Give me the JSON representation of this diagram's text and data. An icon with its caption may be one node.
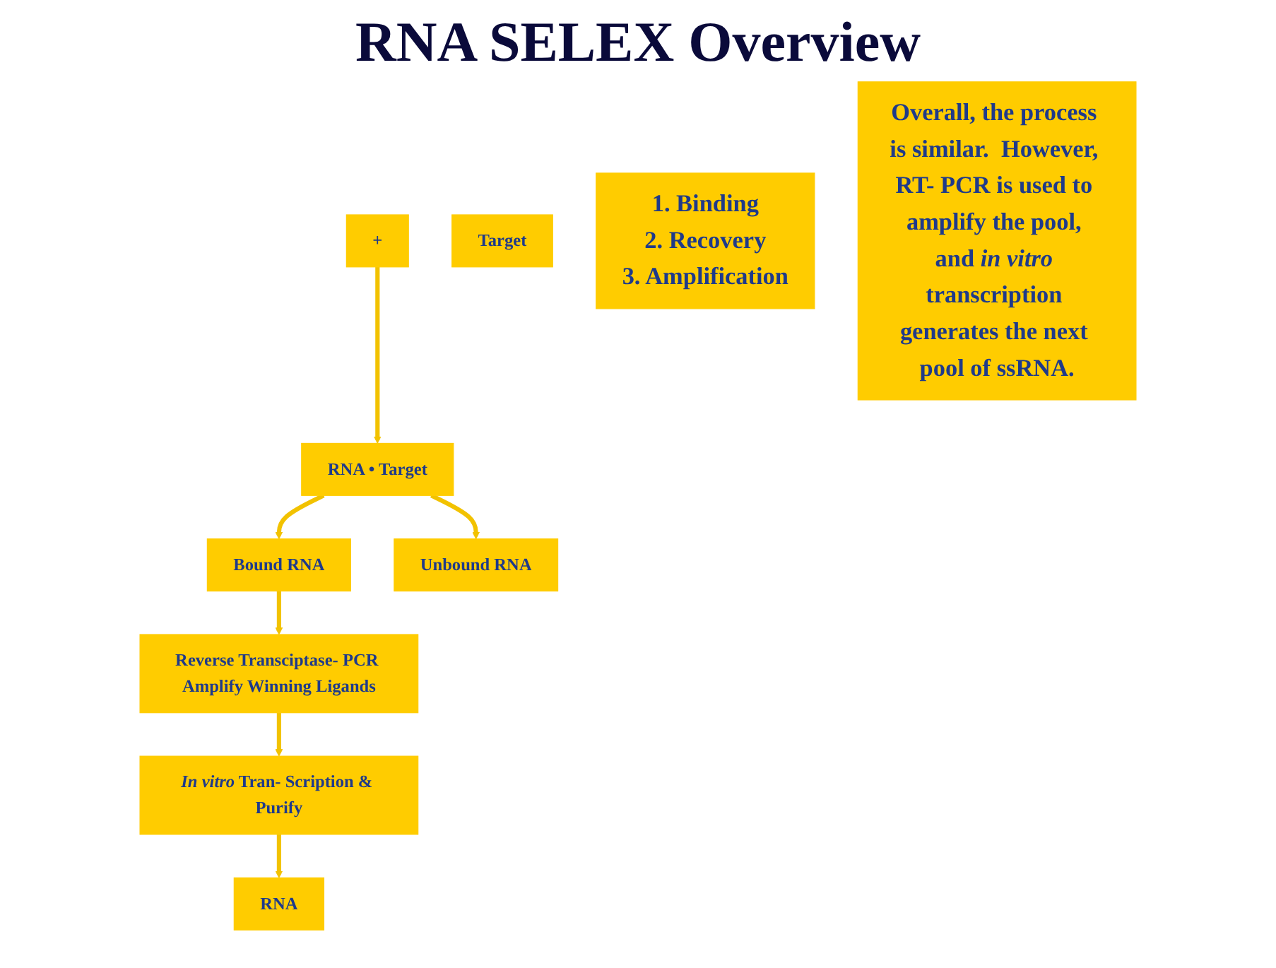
{
  "diagram": {
    "title": "RNA SELEX Overview",
    "nodes": [
      {
        "text": [
          "RNA"
        ]
      },
      {
        "text": [
          "+"
        ]
      },
      {
        "text": [
          "Target"
        ]
      },
      {
        "text": [
          "RNA • Target"
        ]
      },
      {
        "text": [
          "Bound RNA"
        ]
      },
      {
        "text": [
          "Unbound RNA"
        ]
      },
      {
        "text": [
          "Reverse Transciptase- PCR Amplify Winning Ligands"
        ]
      },
      {
        "text": [
          "*In vitro* Tran- Scription & Purify"
        ]
      },
      {
        "text": [
          "1. Binding",
          "2. Recovery",
          "3. Amplification"
        ]
      },
      {
        "text": [
          "Overall, the process is similar.  However, RT- PCR is used to amplify the pool, and *in vitro* transcription generates the next pool of ssRNA."
        ]
      }
    ],
    "edges": [
      {
        "from": 1,
        "to": 3,
        "arrow": "to"
      },
      {
        "from": 3,
        "to": 4,
        "arrow": "to"
      },
      {
        "from": 3,
        "to": 5,
        "arrow": "to"
      },
      {
        "from": 4,
        "to": 6,
        "arrow": "to"
      },
      {
        "from": 6,
        "to": 7,
        "arrow": "to"
      },
      {
        "from": 7,
        "to": 0,
        "arrow": "to"
      }
    ]
  }
}
